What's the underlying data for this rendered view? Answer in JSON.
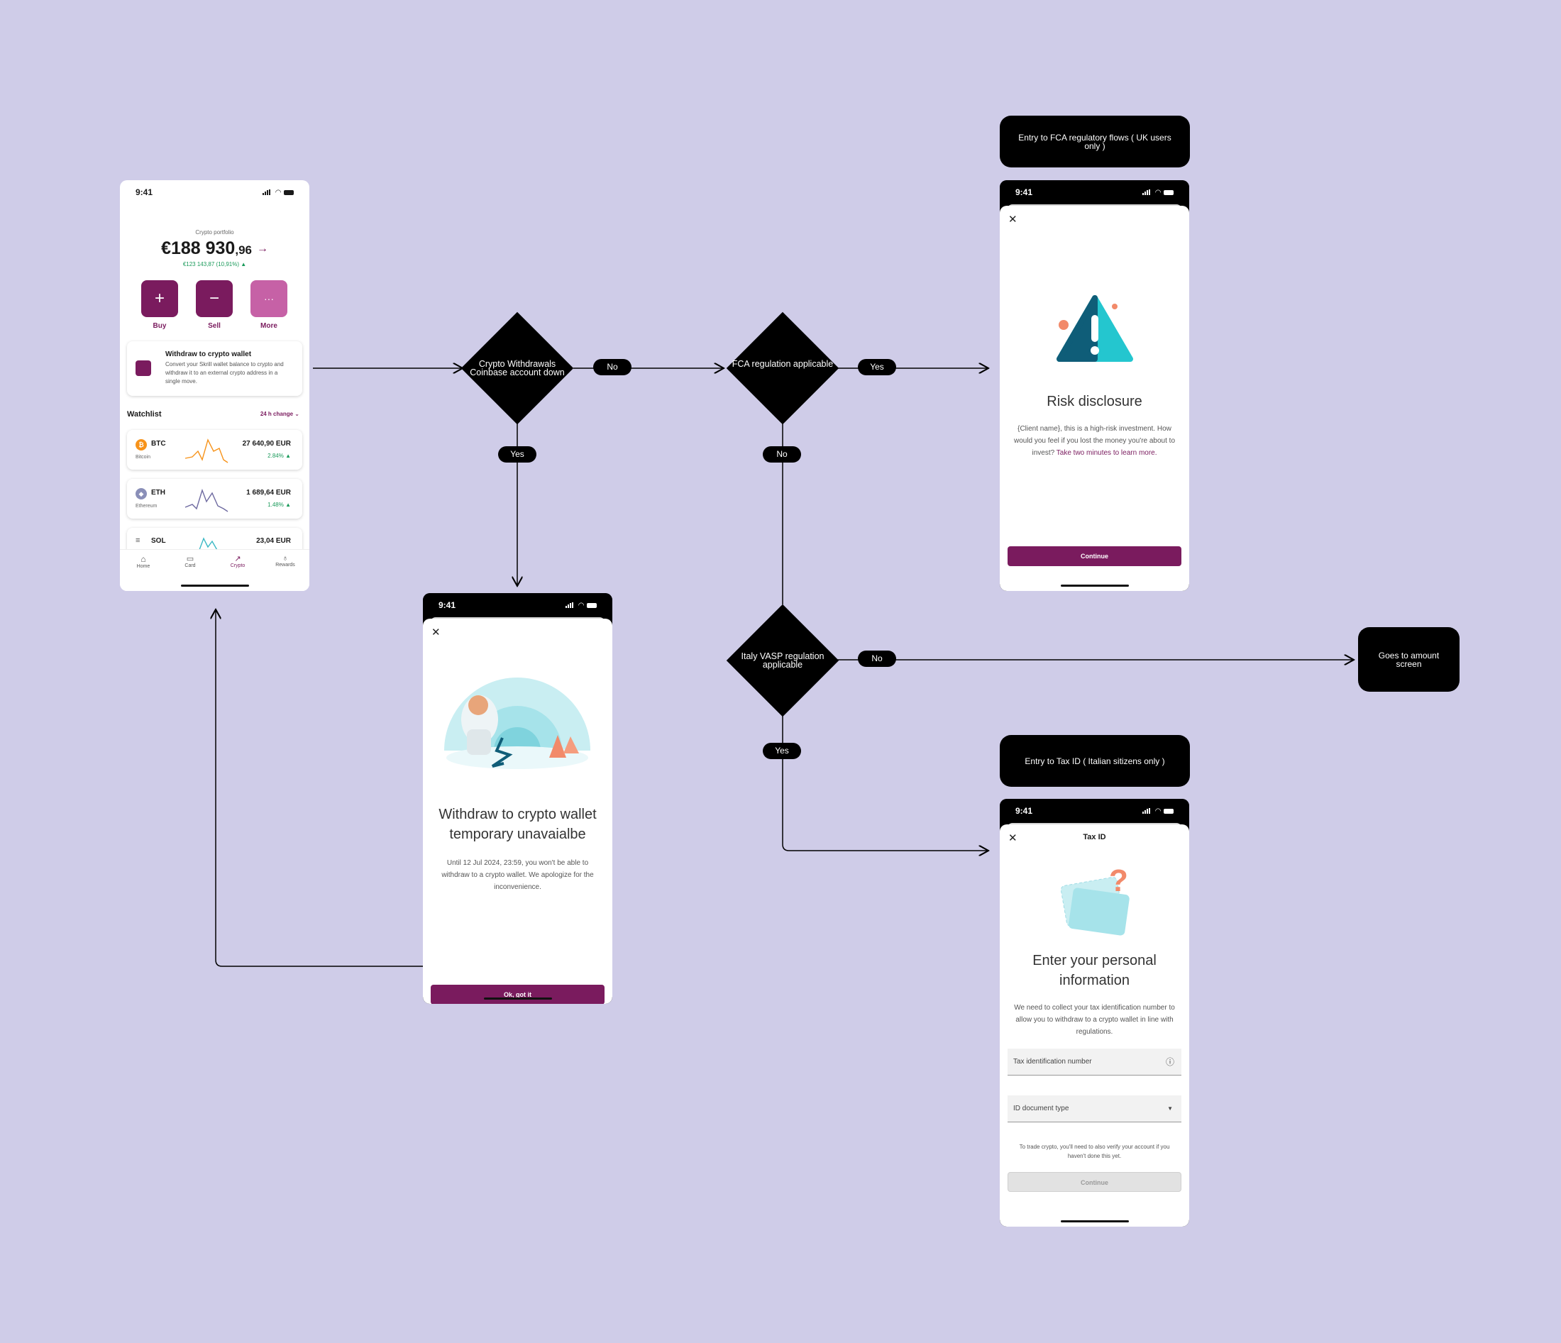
{
  "diagram": {
    "decisions": {
      "d1": "Crypto Withdrawals Coinbase account down",
      "d2": "FCA regulation applicable",
      "d3": "Italy VASP regulation applicable"
    },
    "pills": {
      "no1": "No",
      "yes1": "Yes",
      "yes2": "Yes",
      "no2": "No",
      "no3": "No",
      "yes3": "Yes"
    },
    "notes": {
      "fca": "Entry to FCA regulatory flows ( UK users only )",
      "tax": "Entry to Tax ID ( Italian sitizens only )",
      "amount": "Goes to amount screen"
    }
  },
  "portfolio_screen": {
    "time": "9:41",
    "label": "Crypto portfolio",
    "amount_main": "€188 930",
    "amount_cents": ",96",
    "change": "€123 143,87 (10,91%)",
    "actions": [
      {
        "label": "Buy",
        "icon": "+"
      },
      {
        "label": "Sell",
        "icon": "−"
      },
      {
        "label": "More",
        "icon": "···"
      }
    ],
    "promo_title": "Withdraw to crypto wallet",
    "promo_text": "Convert your Skrill wallet balance to crypto and withdraw it to an external crypto address in a single move.",
    "watchlist_title": "Watchlist",
    "watchlist_filter": "24 h change",
    "coins": [
      {
        "symbol": "BTC",
        "name": "Bitcoin",
        "price": "27 640,90 EUR",
        "change": "2.84%",
        "color": "#f7931a"
      },
      {
        "symbol": "ETH",
        "name": "Ethereum",
        "price": "1 689,64 EUR",
        "change": "1.48%",
        "color": "#8a8fb8"
      },
      {
        "symbol": "SOL",
        "name": "",
        "price": "23,04 EUR",
        "change": "",
        "color": "#3bb8c4"
      }
    ],
    "tabs": [
      "Home",
      "Card",
      "Crypto",
      "Rewards"
    ]
  },
  "unavailable_screen": {
    "time": "9:41",
    "title": "Withdraw to crypto wallet temporary unavaialbe",
    "body": "Until 12 Jul 2024, 23:59, you won't be able to withdraw to a crypto wallet. We apologize for the inconvenience.",
    "cta": "Ok, got it"
  },
  "risk_screen": {
    "time": "9:41",
    "title": "Risk disclosure",
    "body": "{Client name}, this is a high-risk investment. How would you feel if you lost the money you're about to invest?",
    "link": "Take two minutes to learn more.",
    "cta": "Continue"
  },
  "taxid_screen": {
    "time": "9:41",
    "header": "Tax ID",
    "title": "Enter your personal information",
    "body": "We need to collect your tax identification number to allow you to withdraw to a crypto wallet in line with regulations.",
    "field_tax": "Tax identification number",
    "field_doc": "ID document type",
    "footnote": "To trade crypto, you'll need to also verify your account if you haven't done this yet.",
    "cta": "Continue"
  },
  "colors": {
    "background": "#cfcce8",
    "brand": "#7a1b5e",
    "more": "#c661a6",
    "positive": "#1a9a5a"
  }
}
